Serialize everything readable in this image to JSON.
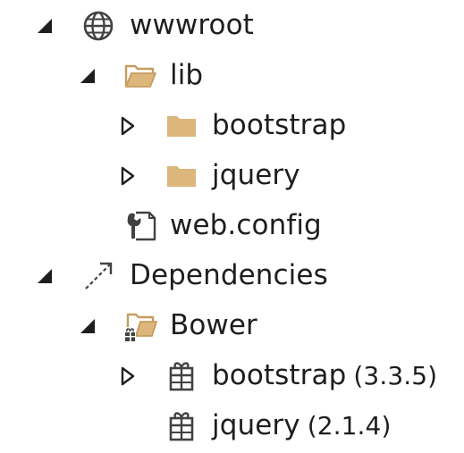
{
  "colors": {
    "text": "#1e1e1e",
    "folder": "#dcb67a",
    "folder_dark": "#c59d5f",
    "icon_dark": "#424242",
    "toggle": "#1e1e1e"
  },
  "tree": {
    "wwwroot": {
      "label": "wwwroot",
      "icon": "globe-icon",
      "expanded": true
    },
    "lib": {
      "label": "lib",
      "icon": "folder-open-icon",
      "expanded": true
    },
    "lib_bootstrap": {
      "label": "bootstrap",
      "icon": "folder-icon",
      "expanded": false
    },
    "lib_jquery": {
      "label": "jquery",
      "icon": "folder-icon",
      "expanded": false
    },
    "web_config": {
      "label": "web.config",
      "icon": "config-file-icon"
    },
    "dependencies": {
      "label": "Dependencies",
      "icon": "dependencies-arrow-icon",
      "expanded": true
    },
    "bower": {
      "label": "Bower",
      "icon": "bower-folder-icon",
      "expanded": true
    },
    "bower_bootstrap": {
      "label": "bootstrap",
      "version": "(3.3.5)",
      "icon": "package-icon",
      "expanded": false
    },
    "bower_jquery": {
      "label": "jquery",
      "version": "(2.1.4)",
      "icon": "package-icon"
    }
  }
}
